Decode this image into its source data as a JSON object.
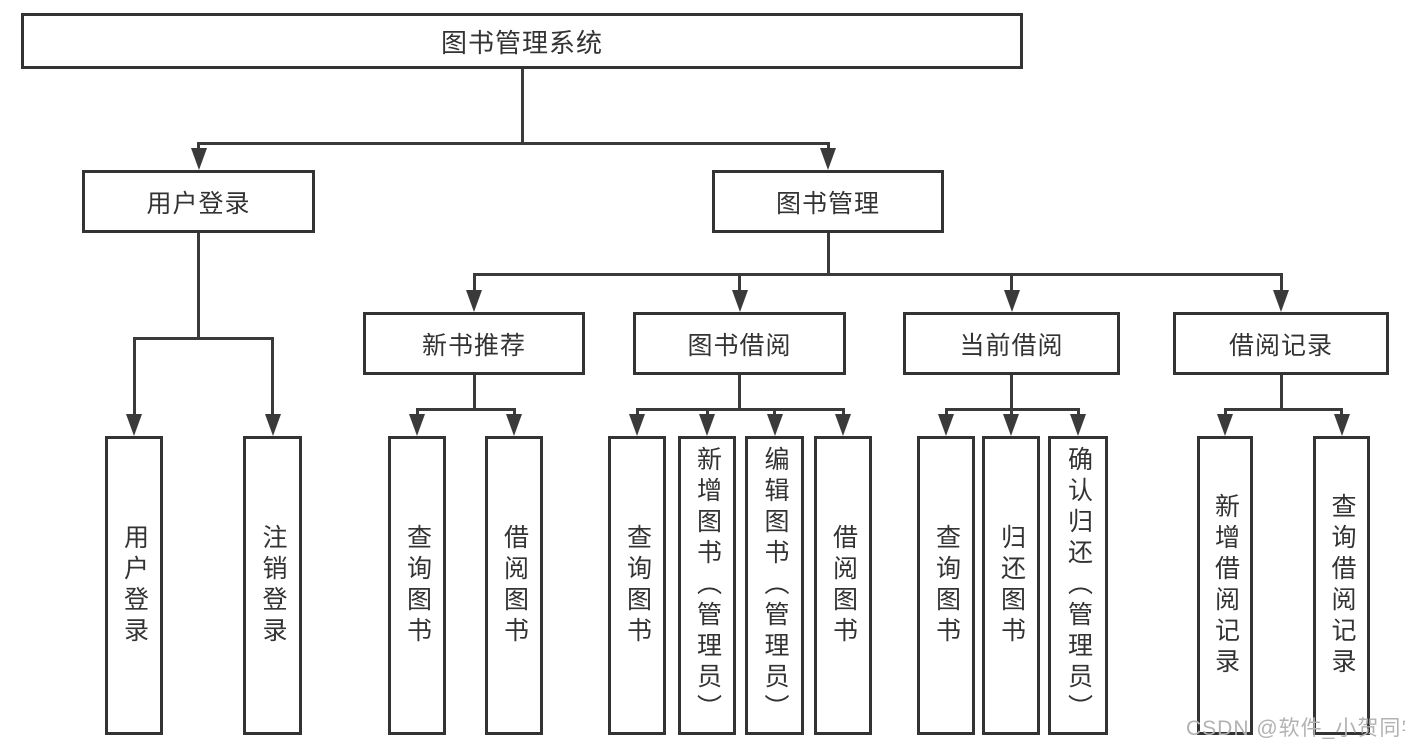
{
  "diagram": {
    "title": "图书管理系统",
    "watermark": "CSDN @软件_小贺同学",
    "colors": {
      "line": "#3a3a3a",
      "box_border": "#333333",
      "box_background": "#ffffff",
      "label_text": "#333333",
      "watermark_text": "#b2b2b2"
    },
    "nodes": [
      {
        "id": "root",
        "label": "图书管理系统",
        "level": 0
      },
      {
        "id": "user-login",
        "label": "用户登录",
        "level": 1
      },
      {
        "id": "book-mgmt",
        "label": "图书管理",
        "level": 1
      },
      {
        "id": "new-book-rec",
        "label": "新书推荐",
        "level": 2
      },
      {
        "id": "book-borrow",
        "label": "图书借阅",
        "level": 2
      },
      {
        "id": "current-borrow",
        "label": "当前借阅",
        "level": 2
      },
      {
        "id": "borrow-records",
        "label": "借阅记录",
        "level": 2
      },
      {
        "id": "ul-login",
        "label": "用户登录",
        "level": 3
      },
      {
        "id": "ul-logout",
        "label": "注销登录",
        "level": 3
      },
      {
        "id": "nbr-query-books",
        "label": "查询图书",
        "level": 3
      },
      {
        "id": "nbr-borrow-books",
        "label": "借阅图书",
        "level": 3
      },
      {
        "id": "bb-query-books",
        "label": "查询图书",
        "level": 3
      },
      {
        "id": "bb-add-books",
        "label": "新增图书（管理员）",
        "level": 3
      },
      {
        "id": "bb-edit-books",
        "label": "编辑图书（管理员）",
        "level": 3
      },
      {
        "id": "bb-borrow-books",
        "label": "借阅图书",
        "level": 3
      },
      {
        "id": "cb-query-books",
        "label": "查询图书",
        "level": 3
      },
      {
        "id": "cb-return-books",
        "label": "归还图书",
        "level": 3
      },
      {
        "id": "cb-confirm-return",
        "label": "确认归还（管理员）",
        "level": 3
      },
      {
        "id": "br-add-record",
        "label": "新增借阅记录",
        "level": 3
      },
      {
        "id": "br-query-record",
        "label": "查询借阅记录",
        "level": 3
      }
    ],
    "edges": [
      {
        "from": "root",
        "to": [
          "user-login",
          "book-mgmt"
        ]
      },
      {
        "from": "user-login",
        "to": [
          "ul-login",
          "ul-logout"
        ]
      },
      {
        "from": "book-mgmt",
        "to": [
          "new-book-rec",
          "book-borrow",
          "current-borrow",
          "borrow-records"
        ]
      },
      {
        "from": "new-book-rec",
        "to": [
          "nbr-query-books",
          "nbr-borrow-books"
        ]
      },
      {
        "from": "book-borrow",
        "to": [
          "bb-query-books",
          "bb-add-books",
          "bb-edit-books",
          "bb-borrow-books"
        ]
      },
      {
        "from": "current-borrow",
        "to": [
          "cb-query-books",
          "cb-return-books",
          "cb-confirm-return"
        ]
      },
      {
        "from": "borrow-records",
        "to": [
          "br-add-record",
          "br-query-record"
        ]
      }
    ]
  }
}
